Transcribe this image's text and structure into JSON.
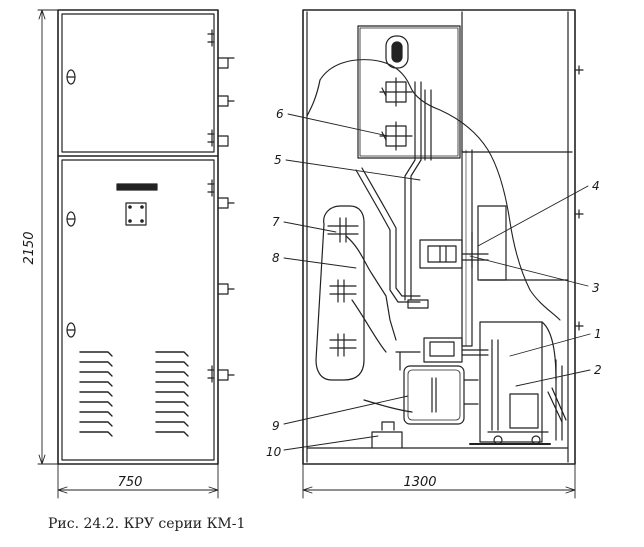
{
  "caption": "Рис. 24.2. КРУ серии КМ-1",
  "dimensions": {
    "height": "2150",
    "front_width": "750",
    "side_width": "1300"
  },
  "labels": {
    "l1": "1",
    "l2": "2",
    "l3": "3",
    "l4": "4",
    "l5": "5",
    "l6": "6",
    "l7": "7",
    "l8": "8",
    "l9": "9",
    "l10": "10"
  }
}
